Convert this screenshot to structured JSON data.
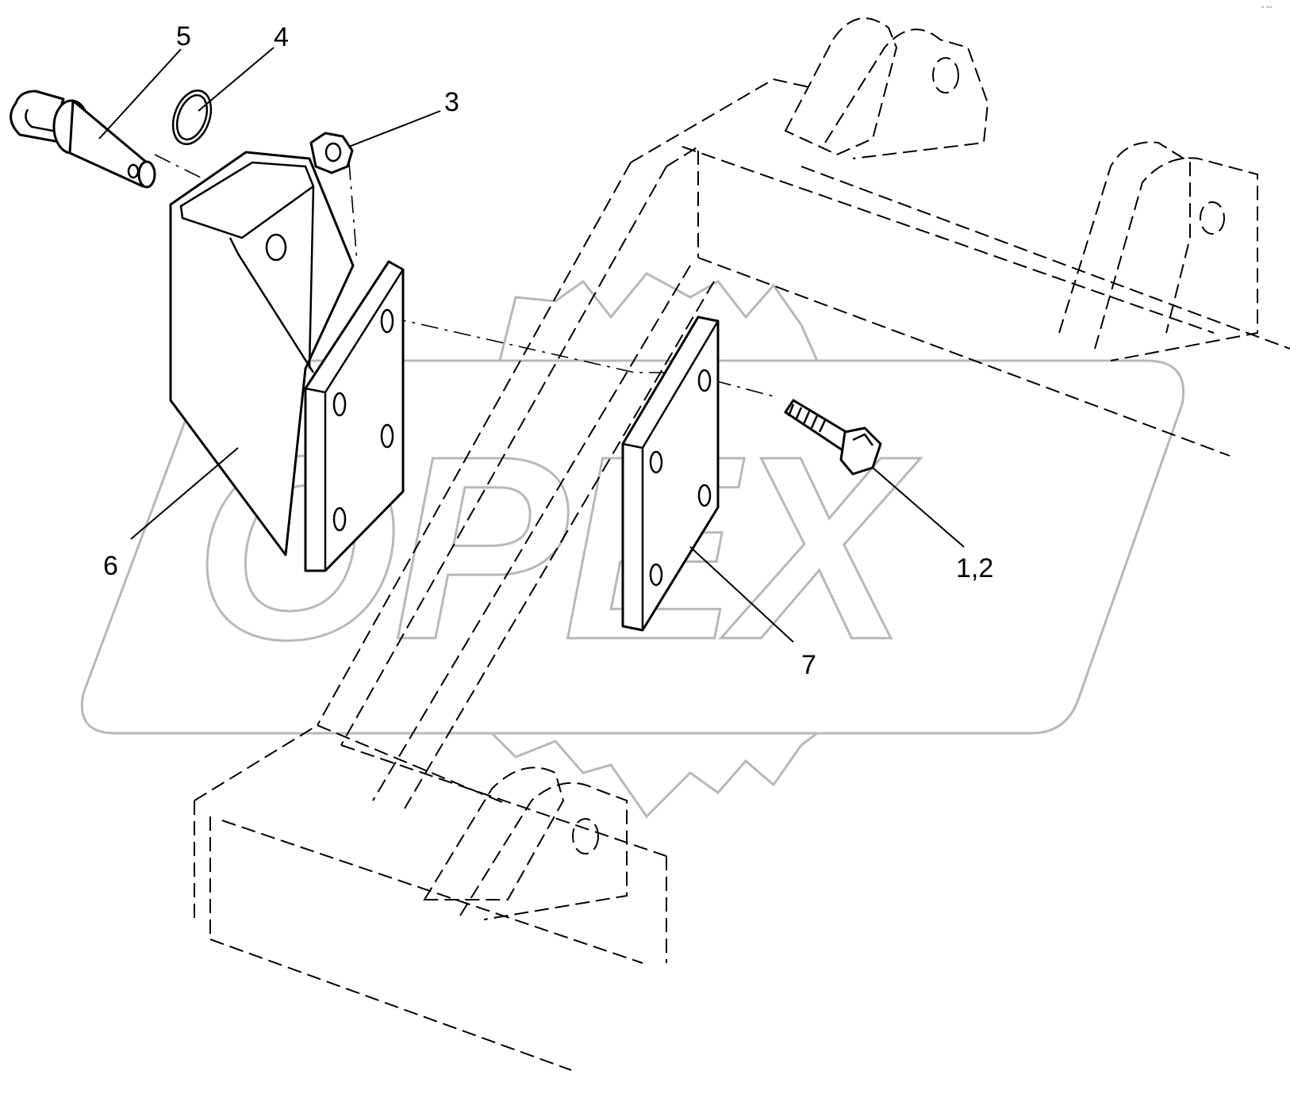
{
  "diagram": {
    "callouts": {
      "item_1_2": "1,2",
      "item_3": "3",
      "item_4": "4",
      "item_5": "5",
      "item_6": "6",
      "item_7": "7"
    },
    "watermark": "OPEX",
    "corner_mark": "° °°"
  }
}
